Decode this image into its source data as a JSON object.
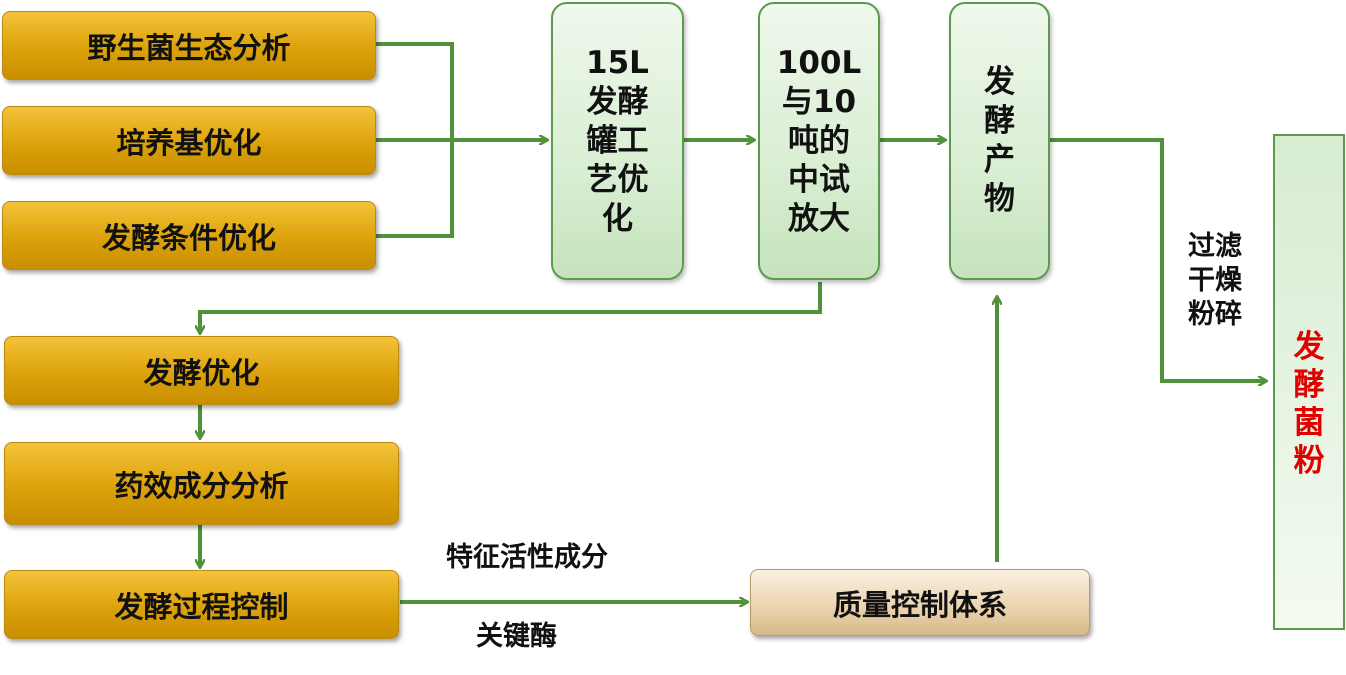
{
  "colors": {
    "connector": "#4f9239",
    "product_text": "#e10000",
    "gold": "#dca20a"
  },
  "research_steps": [
    "野生菌生态分析",
    "培养基优化",
    "发酵条件优化"
  ],
  "scaleup_steps": [
    "15L\n发酵\n罐工\n艺优\n化",
    "100L\n与10\n吨的\n中试\n放大",
    "发\n酵\n产\n物"
  ],
  "control_steps": [
    "发酵优化",
    "药效成分分析",
    "发酵过程控制"
  ],
  "quality_system": "质量控制体系",
  "labels": {
    "process": "过滤\n干燥\n粉碎",
    "features": "特征活性成分",
    "enzymes": "关键酶"
  },
  "product": "发\n酵\n菌\n粉"
}
